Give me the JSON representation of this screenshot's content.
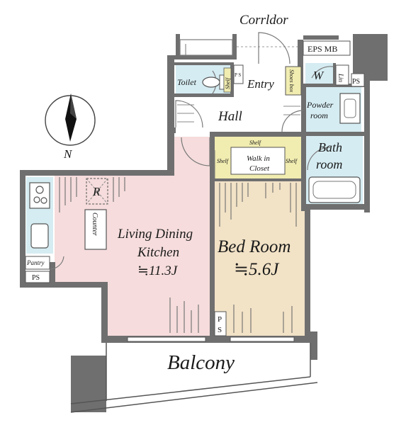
{
  "plan": {
    "labels": {
      "corridor": "Corrldor",
      "eps_mb": "EPS MB",
      "toilet": "Toilet",
      "ps_upper": "P S",
      "shelf_toilet": "Shelf",
      "entry": "Entry",
      "shoes_box": "Shoes box",
      "washer": "W",
      "linen": "Lin",
      "ps_right": "PS",
      "hall": "Hall",
      "powder_room_1": "Powder",
      "powder_room_2": "room",
      "bath_1": "Bath",
      "bath_2": "room",
      "shelf_top": "Shelf",
      "shelf_left": "Shelf",
      "shelf_right": "Shelf",
      "walkin_1": "Walk in",
      "walkin_2": "Closet",
      "refrigerator": "R",
      "counter": "Counter",
      "ldk_1": "Living Dining",
      "ldk_2": "Kitchen",
      "ldk_area": "≒11.3J",
      "bedroom": "Bed Room",
      "bedroom_area": "≒5.6J",
      "pantry": "Pantry",
      "ps_kitchen": "PS",
      "ps_bedroom_p": "P",
      "ps_bedroom_s": "S",
      "balcony": "Balcony",
      "north": "N"
    },
    "colors": {
      "ldk_floor": "#f6dcdc",
      "bedroom_floor": "#f2e2c6",
      "wet_area": "#d5ecf2",
      "closet": "#f1ecb0",
      "shoes_box": "#f1ecb0",
      "wall": "#6f6f6f"
    },
    "icons": [
      "compass-icon",
      "door-swing-icon",
      "stove-icon",
      "sink-icon",
      "toilet-icon",
      "bathtub-icon",
      "washbasin-icon"
    ]
  }
}
